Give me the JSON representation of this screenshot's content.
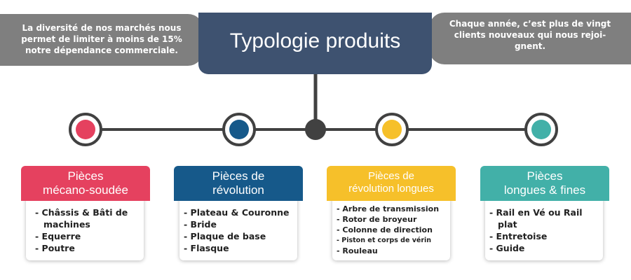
{
  "title": "Typologie produits",
  "notes": {
    "left": "La diversité de nos marchés nous permet de limiter à moins de 15% notre dépendance commerciale.",
    "right": "Chaque année, c’est plus de vingt clients nouveaux qui nous rejoi- gnent."
  },
  "colors": {
    "title_bg": "#3e5270",
    "note_bg": "#7f7f7f",
    "connector": "#414141",
    "red": "#e5415f",
    "blue": "#16598a",
    "yellow": "#f6c02a",
    "teal": "#42b0a8"
  },
  "categories": [
    {
      "heading": [
        "Pièces",
        "mécano-soudée"
      ],
      "items": [
        "- Châssis & Bâti de machines",
        "- Equerre",
        "- Poutre"
      ]
    },
    {
      "heading": [
        "Pièces de",
        "révolution"
      ],
      "items": [
        "- Plateau & Couronne",
        "- Bride",
        "- Plaque de base",
        "- Flasque"
      ]
    },
    {
      "heading": [
        "Pièces de",
        "révolution longues"
      ],
      "items": [
        "- Arbre de transmission",
        "- Rotor de broyeur",
        "- Colonne de direction",
        "- Piston et corps de vérin",
        "- Rouleau"
      ]
    },
    {
      "heading": [
        "Pièces",
        "longues & fines"
      ],
      "items": [
        "- Rail en Vé ou Rail plat",
        "- Entretoise",
        "- Guide"
      ]
    }
  ]
}
